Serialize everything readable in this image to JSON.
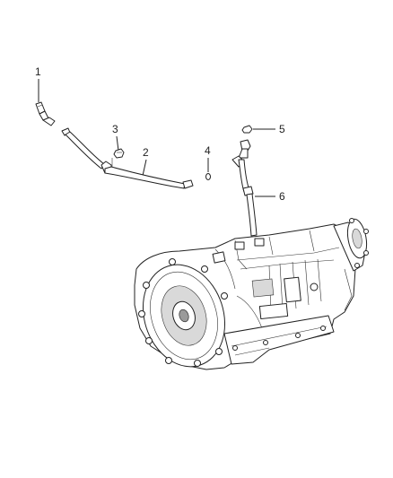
{
  "callouts": [
    {
      "id": "1",
      "label": "1"
    },
    {
      "id": "2",
      "label": "2"
    },
    {
      "id": "3",
      "label": "3"
    },
    {
      "id": "4",
      "label": "4"
    },
    {
      "id": "5",
      "label": "5"
    },
    {
      "id": "6",
      "label": "6"
    }
  ],
  "colors": {
    "line": "#222222",
    "background": "#ffffff"
  }
}
